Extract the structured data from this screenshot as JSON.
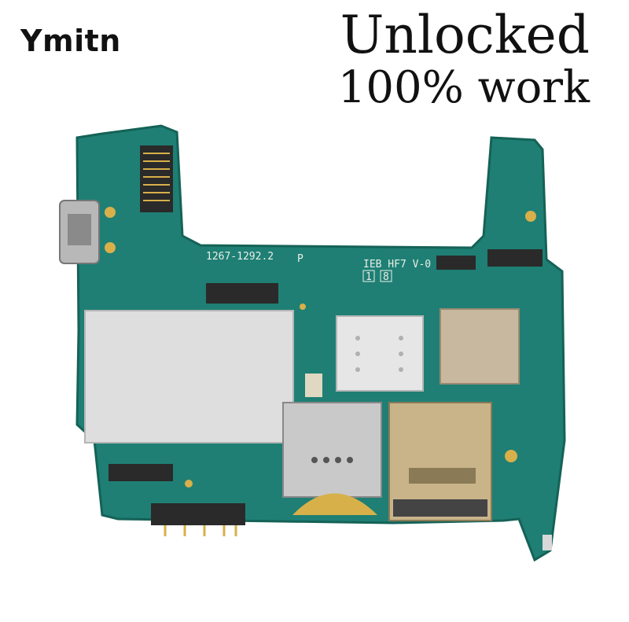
{
  "brand": "Ymitn",
  "headline": {
    "line1": "Unlocked",
    "line2": "100% work"
  },
  "board": {
    "part_number": "1267-1292.2",
    "rev_mark": "P",
    "code": "IEB HF7  V-0",
    "box_1": "1",
    "box_2": "8"
  },
  "colors": {
    "pcb": "#1f7f74",
    "pcb_dark": "#156257",
    "gold": "#d8b04a",
    "shield": "#dedede",
    "connector": "#2a2a2a"
  }
}
